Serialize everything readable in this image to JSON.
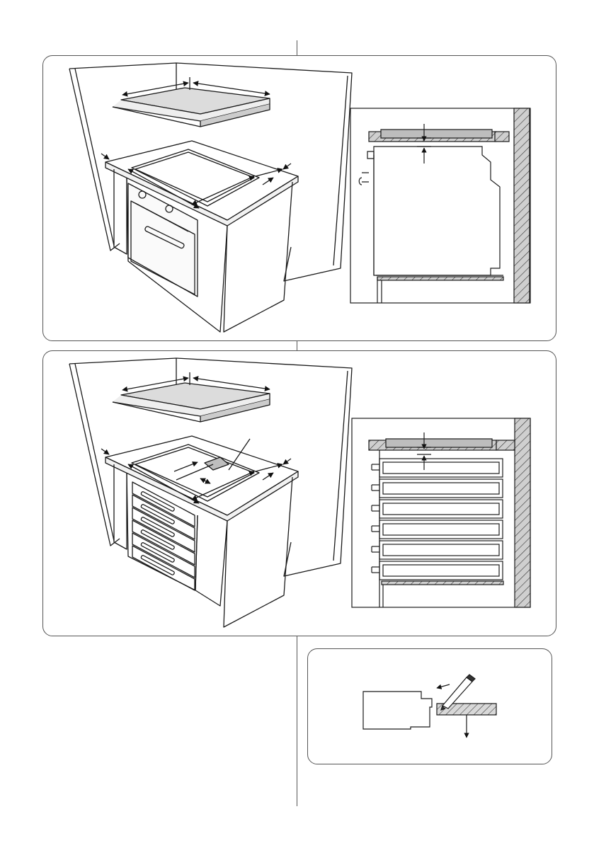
{
  "document": {
    "figures": [
      {
        "name": "oven-installation-figure"
      },
      {
        "name": "drawer-installation-figure"
      },
      {
        "name": "seal-application-figure"
      }
    ]
  },
  "colors": {
    "line": "#1a1a1a",
    "hob_fill": "#dcdcdc",
    "hatch": "#888888",
    "grey_block": "#bdbdbd"
  }
}
